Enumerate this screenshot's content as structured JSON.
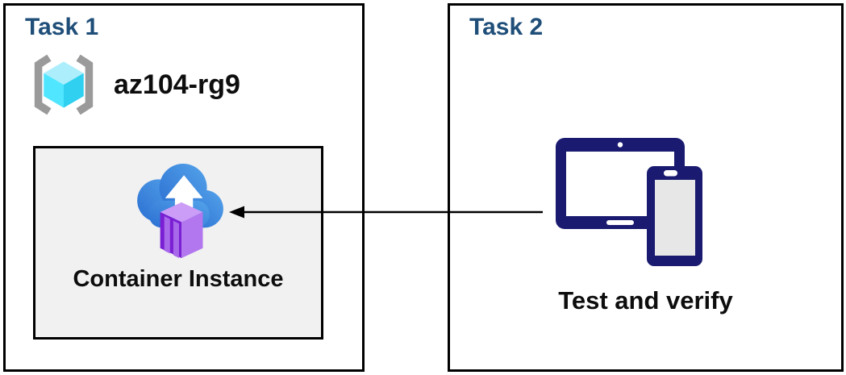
{
  "task1": {
    "title": "Task 1",
    "resource_group": {
      "name": "az104-rg9",
      "icon": "resource-group-icon"
    },
    "container": {
      "label": "Container Instance",
      "icon": "container-instance-icon"
    }
  },
  "task2": {
    "title": "Task 2",
    "caption": "Test and verify",
    "icon": "devices-tablet-phone-icon"
  },
  "arrow": {
    "from": "task2-devices",
    "to": "task1-container-instance",
    "direction": "left"
  },
  "colors": {
    "title_blue": "#1f4e79",
    "box_border": "#000000",
    "gray_box_bg": "#f1f1f1",
    "device_navy": "#1a1a70",
    "cloud_blue_dark": "#2b6fd2",
    "cloud_blue_light": "#54a3ea",
    "container_purple_dark": "#7a1fd3",
    "container_purple_stripe": "#a868ea",
    "container_purple_light": "#b277ee",
    "container_purple_top": "#cb9df6",
    "cube_cyan_top": "#aceefb",
    "cube_cyan_left": "#50e6ff",
    "cube_cyan_right": "#2fd0f0",
    "bracket_gray": "#9a9a9a"
  }
}
